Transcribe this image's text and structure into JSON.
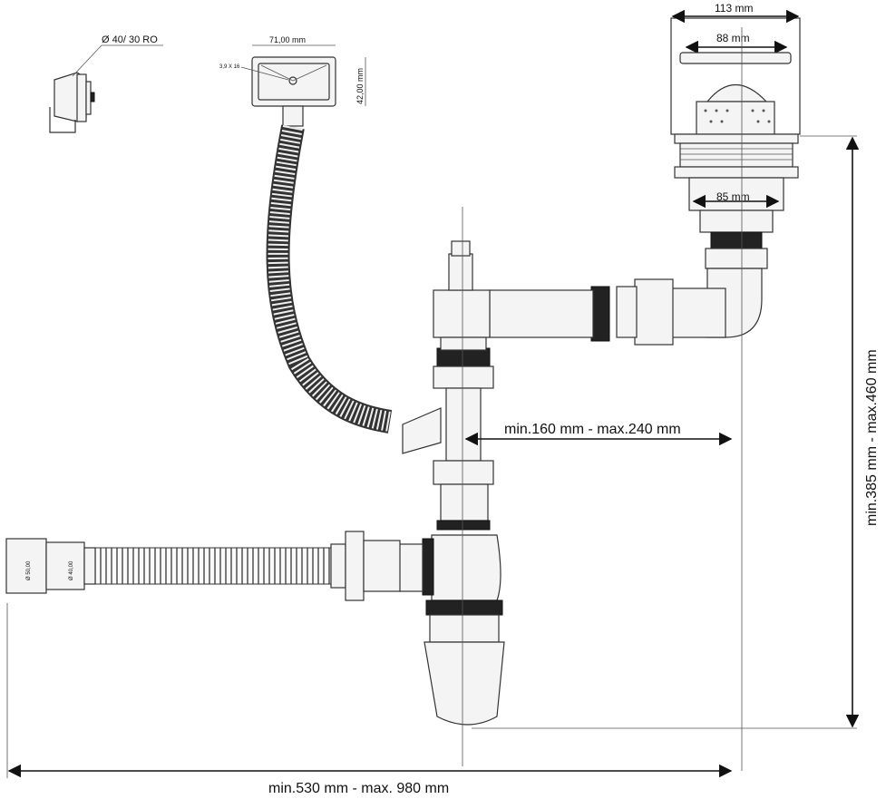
{
  "overflow_detail": {
    "label": "Ø 40/ 30 RO"
  },
  "overflow_plate": {
    "width_label": "71,00 mm",
    "height_label": "42,00 mm",
    "screw_label": "3,9 X 16"
  },
  "strainer": {
    "outer_label": "113 mm",
    "inner_label": "88 mm",
    "bottom_label": "85 mm"
  },
  "hose": {
    "d50_label": "Ø 50,00",
    "d40_label": "Ø 40,00"
  },
  "dimensions": {
    "horizontal_offset": "min.160 mm - max.240 mm",
    "height": "min.385 mm - max.460 mm",
    "total_length": "min.530 mm - max. 980 mm"
  }
}
